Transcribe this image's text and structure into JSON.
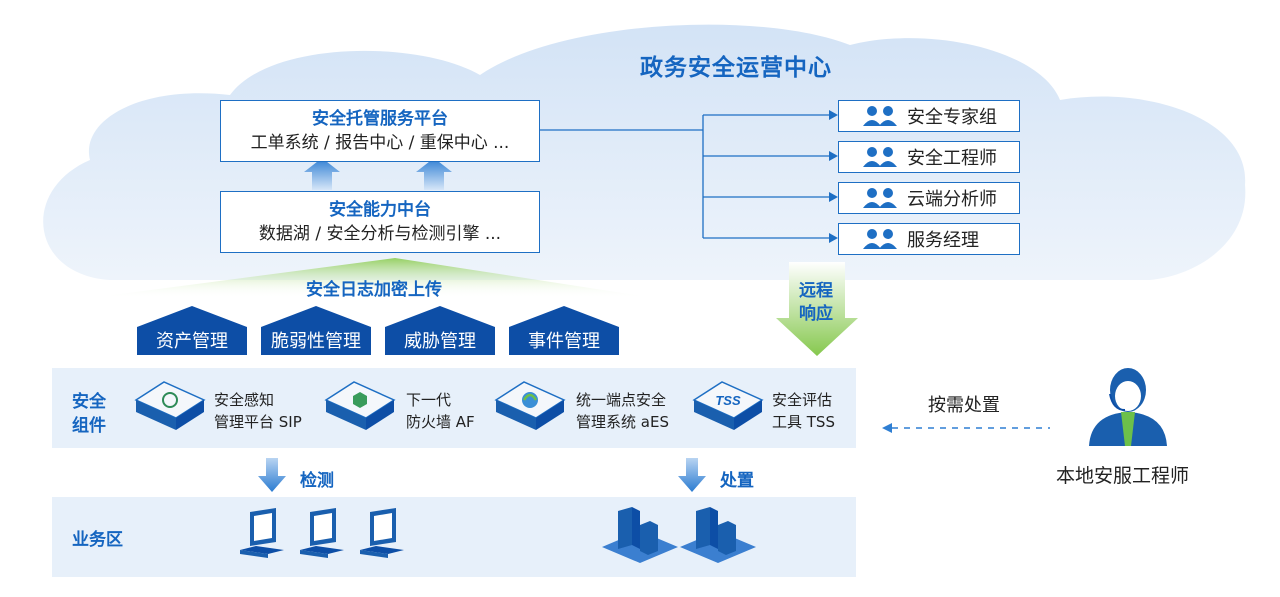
{
  "title": "政务安全运营中心",
  "platform": {
    "heading": "安全托管服务平台",
    "subtitle": "工单系统 / 报告中心 / 重保中心 ..."
  },
  "capability": {
    "heading": "安全能力中台",
    "subtitle": "数据湖 / 安全分析与检测引擎 ..."
  },
  "roles": [
    {
      "label": "安全专家组",
      "icon": "people-icon"
    },
    {
      "label": "安全工程师",
      "icon": "people-icon"
    },
    {
      "label": "云端分析师",
      "icon": "people-icon"
    },
    {
      "label": "服务经理",
      "icon": "people-icon"
    }
  ],
  "upload_label": "安全日志加密上传",
  "remote_label_1": "远程",
  "remote_label_2": "响应",
  "management": [
    "资产管理",
    "脆弱性管理",
    "威胁管理",
    "事件管理"
  ],
  "components": {
    "label_1": "安全",
    "label_2": "组件",
    "items": [
      {
        "line1": "安全感知",
        "line2": "管理平台 SIP"
      },
      {
        "line1": "下一代",
        "line2": "防火墙 AF"
      },
      {
        "line1": "统一端点安全",
        "line2": "管理系统 aES"
      },
      {
        "line1": "安全评估",
        "line2": "工具 TSS"
      }
    ],
    "tss_badge": "TSS"
  },
  "detect_label": "检测",
  "handle_label": "处置",
  "business_zone": "业务区",
  "on_demand_label": "按需处置",
  "local_engineer": "本地安服工程师",
  "colors": {
    "primary_blue": "#1565c0",
    "dark_blue": "#0d4ea6",
    "cloud": "#dbe8f7",
    "band": "#e7f0fa",
    "green": "#7cc243"
  }
}
